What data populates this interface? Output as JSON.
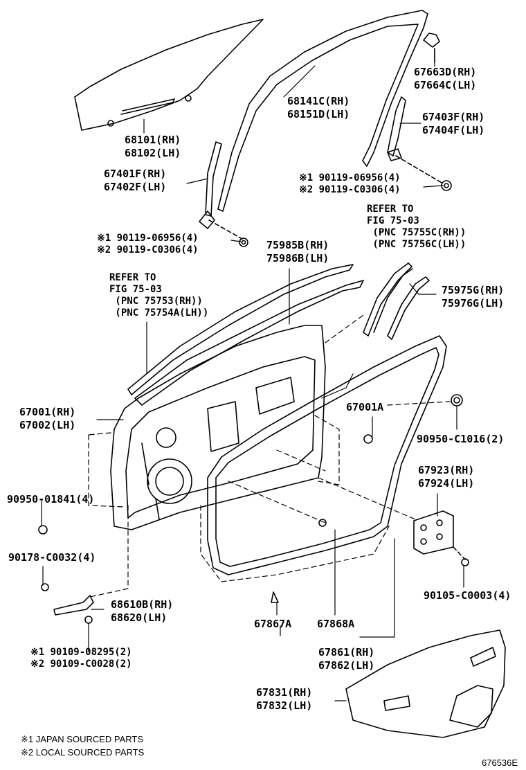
{
  "labels": {
    "glass": [
      "68101(RH)",
      "68102(LH)"
    ],
    "regulator_channel_front": [
      "67401F(RH)",
      "67402F(LH)"
    ],
    "bolt_front": [
      "※1 90119-06956(4)",
      "※2 90119-C0306(4)"
    ],
    "run_channel": [
      "68141C(RH)",
      "68151D(LH)"
    ],
    "cover_top": [
      "67663D(RH)",
      "67664C(LH)"
    ],
    "regulator_channel_rear": [
      "67403F(RH)",
      "67404F(LH)"
    ],
    "bolt_rear": [
      "※1 90119-06956(4)",
      "※2 90119-C0306(4)"
    ],
    "refer_rear": [
      "REFER TO",
      "FIG 75-03",
      " (PNC 75755C(RH))",
      " (PNC 75756C(LH))"
    ],
    "weatherstrip_outer": [
      "75985B(RH)",
      "75986B(LH)"
    ],
    "refer_front": [
      "REFER TO",
      "FIG 75-03",
      " (PNC 75753(RH))",
      " (PNC 75754A(LH))"
    ],
    "molding": [
      "75975G(RH)",
      "75976G(LH)"
    ],
    "door_panel": [
      "67001(RH)",
      "67002(LH)"
    ],
    "plug_a": [
      "67001A"
    ],
    "plug_b": [
      "90950-C1016(2)"
    ],
    "plug_c": [
      "90950-01841(4)"
    ],
    "hinge_bracket": [
      "67923(RH)",
      "67924(LH)"
    ],
    "bolt_hinge": [
      "90178-C0032(4)"
    ],
    "check": [
      "68610B(RH)",
      "68620(LH)"
    ],
    "clip_a": [
      "67867A"
    ],
    "clip_b": [
      "67868A"
    ],
    "bolt_bracket": [
      "90105-C0003(4)"
    ],
    "bolt_check": [
      "※1 90109-08295(2)",
      "※2 90109-C0028(2)"
    ],
    "weatherstrip_door": [
      "67861(RH)",
      "67862(LH)"
    ],
    "service_hole_cover": [
      "67831(RH)",
      "67832(LH)"
    ]
  },
  "footnotes": [
    "※1 JAPAN SOURCED PARTS",
    "※2 LOCAL SOURCED PARTS"
  ],
  "diagram_code": "676536E"
}
